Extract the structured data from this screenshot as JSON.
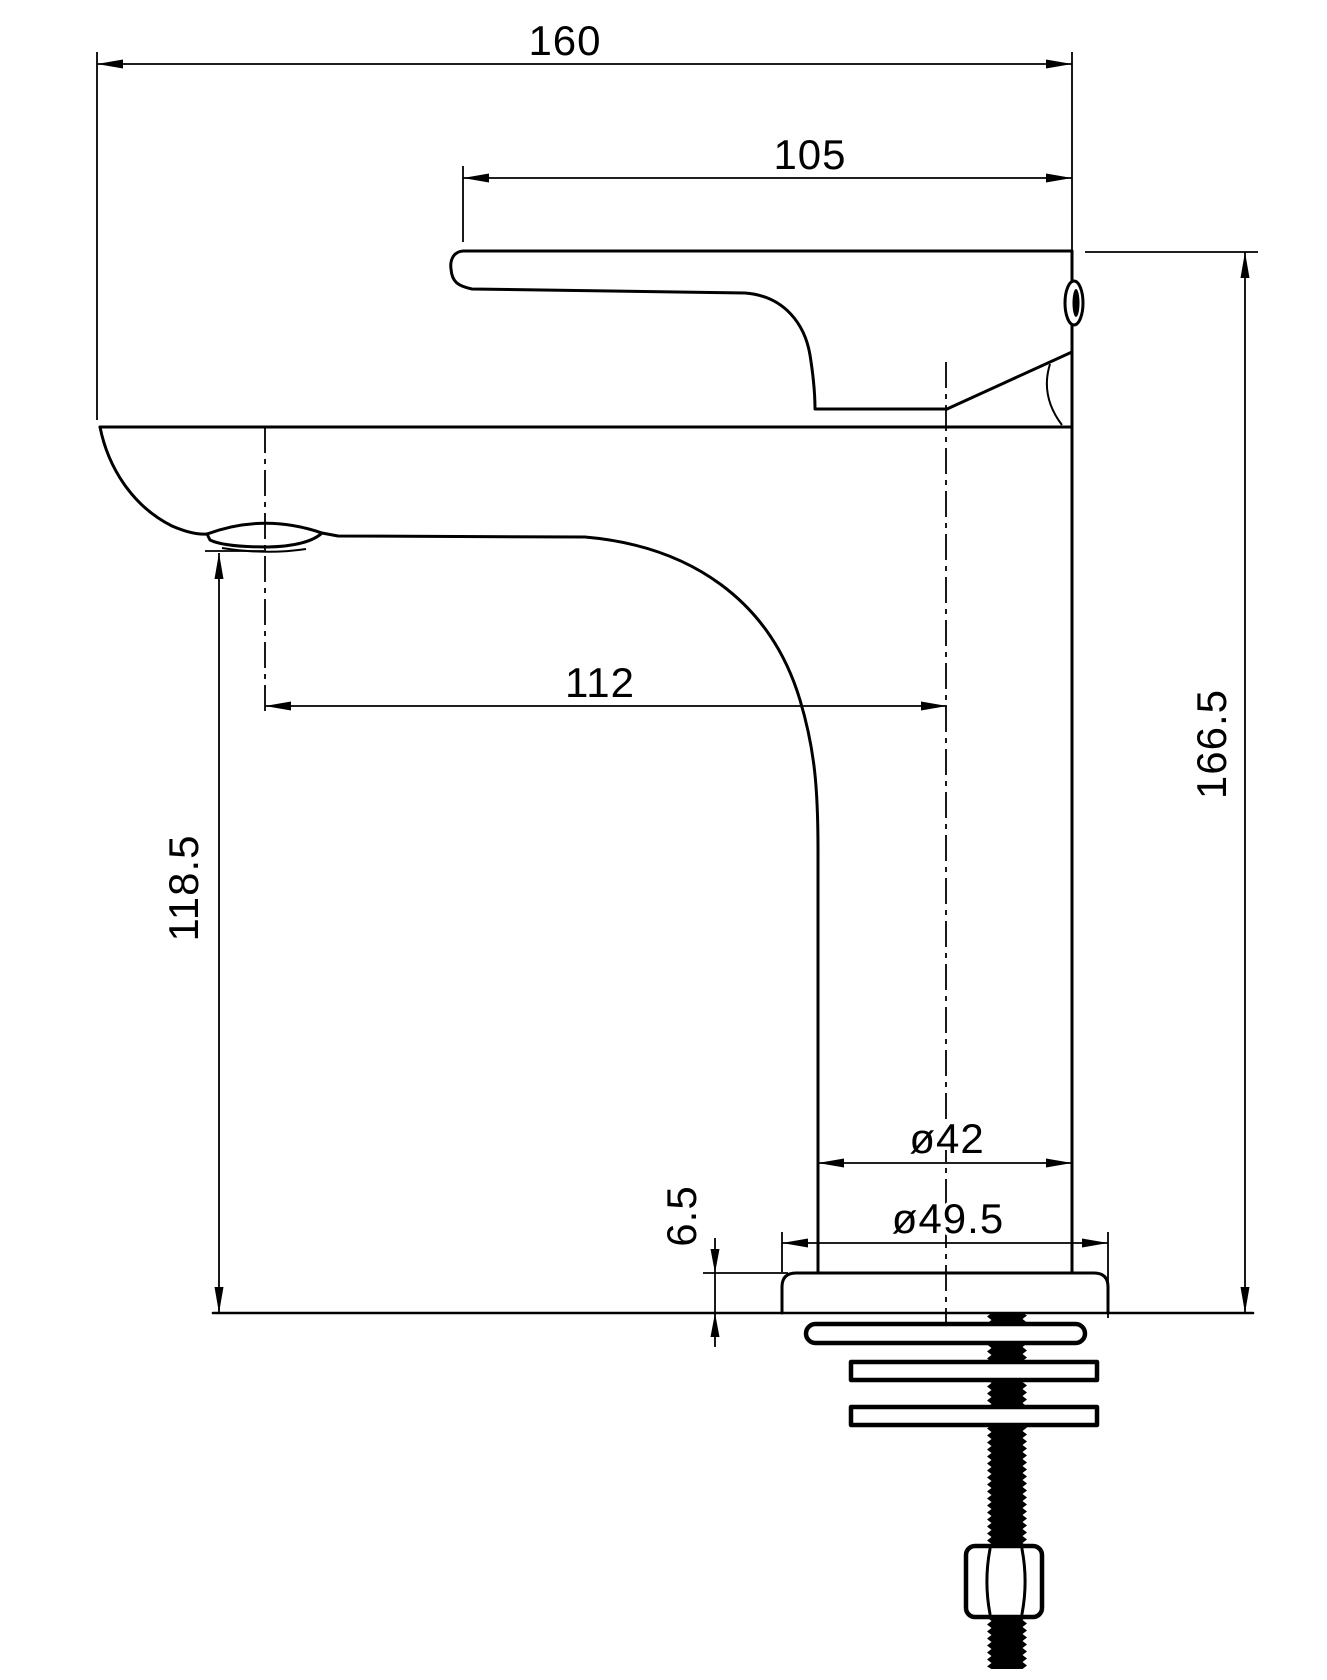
{
  "drawing": {
    "title": "Single-lever basin mixer tap – dimensioned side elevation",
    "units": "mm",
    "background": "#ffffff",
    "line_color": "#000000",
    "dims": {
      "overall_length": "160",
      "handle_length": "105",
      "spout_reach": "112",
      "spout_height": "118.5",
      "total_height": "166.5",
      "body_diameter": "ø42",
      "base_diameter": "ø49.5",
      "base_height": "6.5"
    }
  }
}
